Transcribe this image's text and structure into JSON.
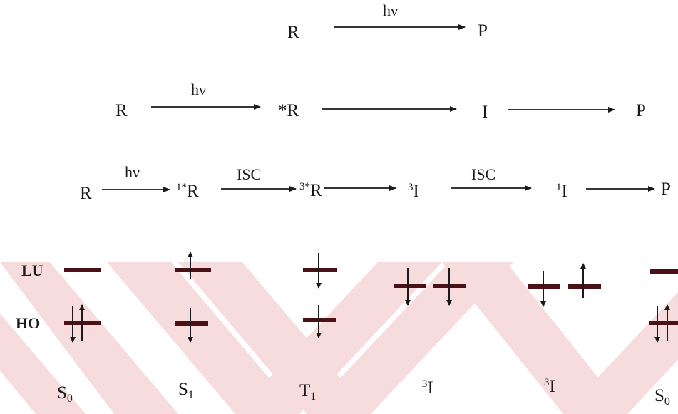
{
  "colors": {
    "watermark": "#f6dcdc",
    "ink": "#1a1a1a"
  },
  "schemes": {
    "direct": {
      "reactant": "R",
      "hv": "hν",
      "product": "P"
    },
    "stepwise": {
      "reactant": "R",
      "hv": "hν",
      "excited": "*R",
      "intermediate": "I",
      "product": "P"
    },
    "detailed": {
      "reactant": "R",
      "hv": "hν",
      "singlet_excited_sup": "1*",
      "singlet_excited_base": "R",
      "isc1": "ISC",
      "triplet_excited_sup": "3*",
      "triplet_excited_base": "R",
      "triplet_intermediate_sup": "3",
      "triplet_intermediate_base": "I",
      "isc2": "ISC",
      "singlet_intermediate_sup": "1",
      "singlet_intermediate_base": "I",
      "product": "P"
    }
  },
  "orbitals": {
    "lu_label": "LU",
    "ho_label": "HO",
    "states": [
      {
        "base": "S",
        "sub": "0",
        "sup": ""
      },
      {
        "base": "S",
        "sub": "1",
        "sup": ""
      },
      {
        "base": "T",
        "sub": "1",
        "sup": ""
      },
      {
        "base": "I",
        "sub": "",
        "sup": "3"
      },
      {
        "base": "I",
        "sub": "",
        "sup": "3"
      },
      {
        "base": "S",
        "sub": "0",
        "sup": ""
      }
    ]
  }
}
